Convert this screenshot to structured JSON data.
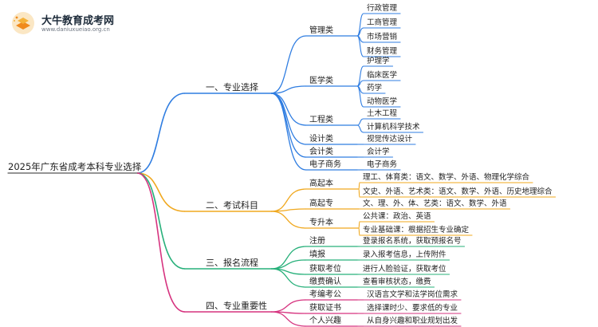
{
  "logo": {
    "name": "大牛教育成考网",
    "url": "www.daniuxueiao.org.cn"
  },
  "root": "2025年广东省成考本科专业选择",
  "branches": [
    {
      "label": "一、专业选择",
      "color": "#2f7de1",
      "children": [
        {
          "label": "管理类",
          "children": [
            "行政管理",
            "工商管理",
            "市场营销",
            "财务管理"
          ]
        },
        {
          "label": "医学类",
          "children": [
            "护理学",
            "临床医学",
            "药学",
            "动物医学"
          ]
        },
        {
          "label": "工程类",
          "children": [
            "土木工程",
            "计算机科学技术"
          ]
        },
        {
          "label": "设计类",
          "children": [
            "视觉传达设计"
          ]
        },
        {
          "label": "会计类",
          "children": [
            "会计学"
          ]
        },
        {
          "label": "电子商务",
          "children": [
            "电子商务"
          ]
        }
      ]
    },
    {
      "label": "二、考试科目",
      "color": "#f0a81e",
      "children": [
        {
          "label": "高起本",
          "children": [
            "理工、体育类：语文、数学、外语、物理化学综合",
            "文史、外语、艺术类：语文、数学、外语、历史地理综合"
          ]
        },
        {
          "label": "高起专",
          "children": [
            "文、理、外、体、艺类：语文、数学、外语"
          ]
        },
        {
          "label": "专升本",
          "children": [
            "公共课：政治、英语",
            "专业基础课：根据招生专业确定"
          ]
        }
      ]
    },
    {
      "label": "三、报名流程",
      "color": "#27b07a",
      "children": [
        {
          "label": "注册",
          "children": [
            "登录报名系统，获取预报名号"
          ]
        },
        {
          "label": "填报",
          "children": [
            "录入报考信息，上传附件"
          ]
        },
        {
          "label": "获取考位",
          "children": [
            "进行人脸验证，获取考位"
          ]
        },
        {
          "label": "缴费确认",
          "children": [
            "查看审核状态，缴费"
          ]
        }
      ]
    },
    {
      "label": "四、专业重要性",
      "color": "#d6337f",
      "children": [
        {
          "label": "考编考公",
          "children": [
            "汉语言文学和法学岗位需求"
          ]
        },
        {
          "label": "获取证书",
          "children": [
            "选择课时少、要求低的专业"
          ]
        },
        {
          "label": "个人兴趣",
          "children": [
            "从自身兴趣和职业规划出发"
          ]
        }
      ]
    }
  ]
}
